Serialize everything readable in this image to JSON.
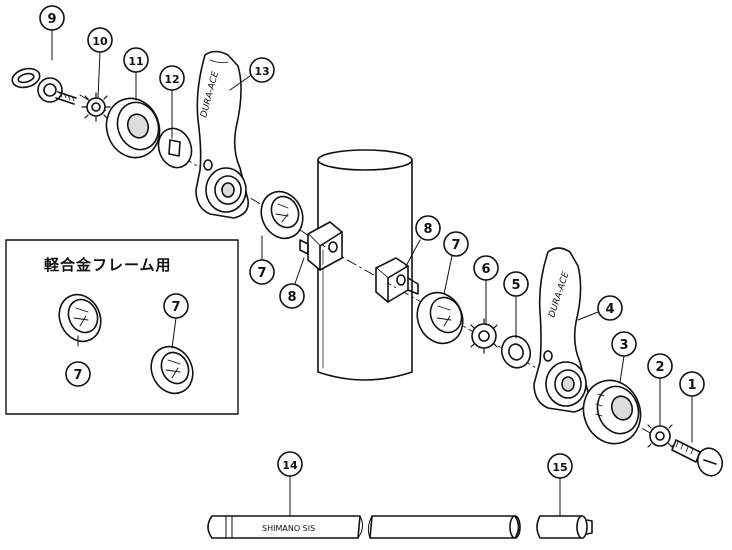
{
  "inset": {
    "title": "軽合金フレーム用"
  },
  "brand_text": {
    "lever_top": "DURA-ACE",
    "lever_right": "DURA-ACE",
    "cable": "SHIMANO SIS"
  },
  "callouts": [
    {
      "id": "c1",
      "label": "1"
    },
    {
      "id": "c2",
      "label": "2"
    },
    {
      "id": "c3",
      "label": "3"
    },
    {
      "id": "c4",
      "label": "4"
    },
    {
      "id": "c5",
      "label": "5"
    },
    {
      "id": "c6",
      "label": "6"
    },
    {
      "id": "c7a",
      "label": "7"
    },
    {
      "id": "c7b",
      "label": "7"
    },
    {
      "id": "c7c",
      "label": "7"
    },
    {
      "id": "c7d",
      "label": "7"
    },
    {
      "id": "c8a",
      "label": "8"
    },
    {
      "id": "c8b",
      "label": "8"
    },
    {
      "id": "c9",
      "label": "9"
    },
    {
      "id": "c10",
      "label": "10"
    },
    {
      "id": "c11",
      "label": "11"
    },
    {
      "id": "c12",
      "label": "12"
    },
    {
      "id": "c13",
      "label": "13"
    },
    {
      "id": "c14",
      "label": "14"
    },
    {
      "id": "c15",
      "label": "15"
    }
  ],
  "colors": {
    "line": "#111111",
    "fill": "#ffffff",
    "shade": "#dcdcdc"
  }
}
